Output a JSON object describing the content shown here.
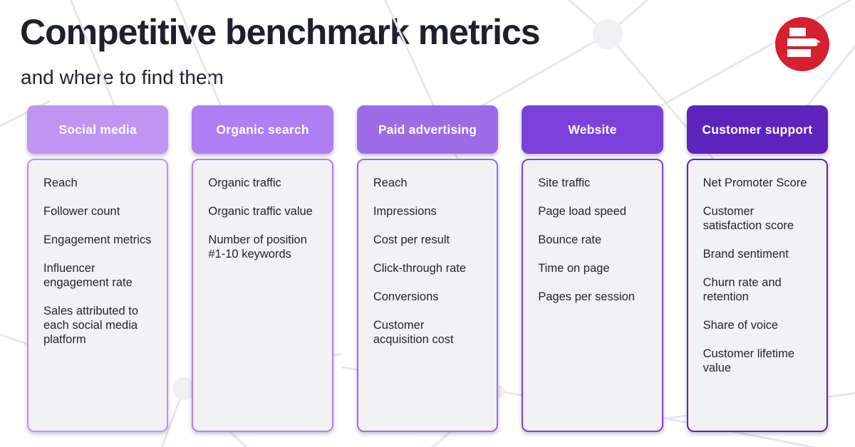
{
  "page": {
    "title": "Competitive benchmark metrics",
    "subtitle": "and where to find them"
  },
  "logo": {
    "name": "red-circle-bars-logo",
    "background": "#d62030",
    "bar_color": "#ffffff"
  },
  "style": {
    "card_body_background": "#f2f1f3",
    "text_color": "#23262e",
    "line_color": "#e8e6ec"
  },
  "columns": [
    {
      "label": "Social media",
      "color": "#bf95f2",
      "items": [
        "Reach",
        "Follower count",
        "Engagement metrics",
        "Influencer engagement rate",
        "Sales attributed to each social media platform"
      ]
    },
    {
      "label": "Organic search",
      "color": "#ae7ef3",
      "items": [
        "Organic traffic",
        "Organic traffic value",
        "Number of position #1-10 keywords"
      ]
    },
    {
      "label": "Paid advertising",
      "color": "#9d6be5",
      "items": [
        "Reach",
        "Impressions",
        "Cost per result",
        "Click-through rate",
        "Conversions",
        "Customer acquisition cost"
      ]
    },
    {
      "label": "Website",
      "color": "#7b40da",
      "items": [
        "Site traffic",
        "Page load speed",
        "Bounce rate",
        "Time on page",
        "Pages per session"
      ]
    },
    {
      "label": "Customer support",
      "color": "#5d23bd",
      "items": [
        "Net Promoter Score",
        "Customer satisfaction score",
        "Brand sentiment",
        "Churn rate and retention",
        "Share of voice",
        "Customer lifetime value"
      ]
    }
  ]
}
